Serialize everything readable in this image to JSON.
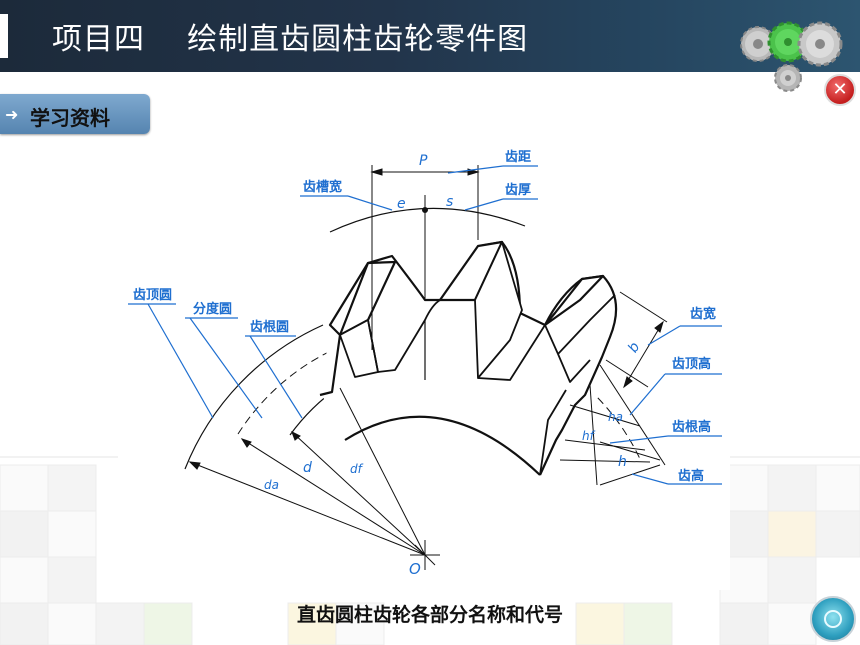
{
  "header": {
    "title": "项目四    绘制直齿圆柱齿轮零件图"
  },
  "section_tab": {
    "label": "学习资料"
  },
  "diagram": {
    "labels": {
      "pitch_letter": "P",
      "pitch": "齿距",
      "space_width": "齿槽宽",
      "space_letter": "e",
      "thickness_letter": "s",
      "thickness": "齿厚",
      "tip_circle": "齿顶圆",
      "pitch_circle": "分度圆",
      "root_circle": "齿根圆",
      "face_width": "齿宽",
      "face_letter": "b",
      "addendum": "齿顶高",
      "dedendum": "齿根高",
      "tooth_height": "齿高",
      "ha_letter": "ha",
      "hf_letter": "hf",
      "h_letter": "h",
      "d_letter": "d",
      "df_letter": "df",
      "da_letter": "da",
      "center_letter": "O"
    }
  },
  "caption": "直齿圆柱齿轮各部分名称和代号",
  "colors": {
    "annotation": "#1f6fd0",
    "title_bg": "#22344a",
    "tab": "#6a97c2"
  }
}
